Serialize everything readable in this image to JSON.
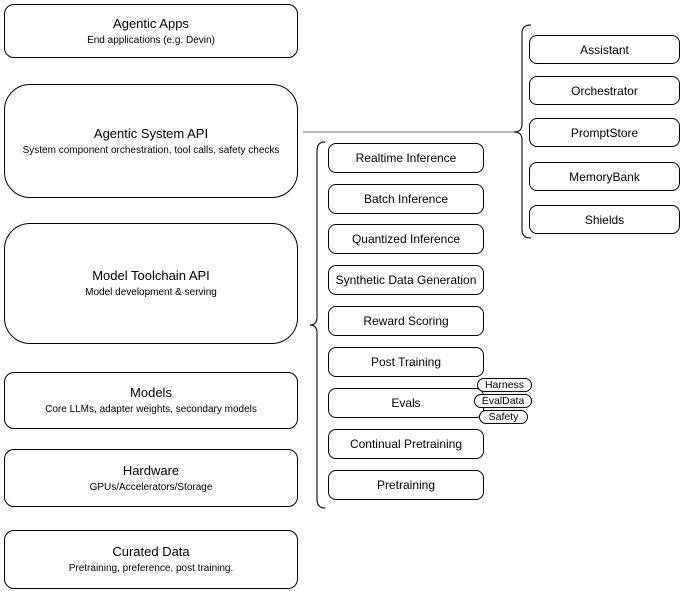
{
  "diagram": {
    "left_column": [
      {
        "title": "Agentic Apps",
        "subtitle": "End applications (e.g. Devin)"
      },
      {
        "title": "Agentic System API",
        "subtitle": "System component orchestration, tool calls, safety checks"
      },
      {
        "title": "Model Toolchain API",
        "subtitle": "Model development & serving"
      },
      {
        "title": "Models",
        "subtitle": "Core LLMs, adapter weights, secondary models"
      },
      {
        "title": "Hardware",
        "subtitle": "GPUs/Accelerators/Storage"
      },
      {
        "title": "Curated Data",
        "subtitle": "Pretraining, preference, post training."
      }
    ],
    "toolchain_items": [
      "Realtime Inference",
      "Batch Inference",
      "Quantized Inference",
      "Synthetic Data Generation",
      "Reward Scoring",
      "Post Training",
      "Evals",
      "Continual Pretraining",
      "Pretraining"
    ],
    "eval_tags": [
      "Harness",
      "EvalData",
      "Safety"
    ],
    "system_components": [
      "Assistant",
      "Orchestrator",
      "PromptStore",
      "MemoryBank",
      "Shields"
    ],
    "colors": {
      "background": "#ffffff",
      "node_fill": "#ffffff",
      "node_stroke": "#000000",
      "brace_stroke": "#1a1a1a",
      "connector_line": "#757575"
    }
  }
}
